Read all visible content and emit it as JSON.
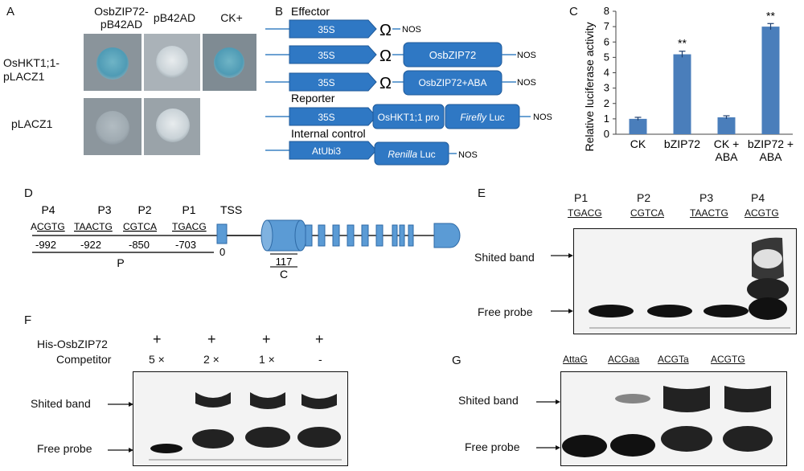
{
  "panels": {
    "a": "A",
    "b": "B",
    "c": "C",
    "d": "D",
    "e": "E",
    "f": "F",
    "g": "G"
  },
  "panelA": {
    "col1_line1": "OsbZIP72-",
    "col1_line2": "pB42AD",
    "col2": "pB42AD",
    "col3": "CK+",
    "row1_line1": "OsHKT1;1-",
    "row1_line2": "pLACZ1",
    "row2": "pLACZ1"
  },
  "panelB": {
    "effector": "Effector",
    "reporter": "Reporter",
    "internal": "Internal control",
    "p35s": "35S",
    "omega": "Ω",
    "nos": "NOS",
    "osbzip72": "OsbZIP72",
    "osbzip72aba": "OsbZIP72+ABA",
    "hktpro": "OsHKT1;1 pro",
    "firefly_italic": "Firefly",
    "luc": " Luc",
    "atubi3": "AtUbi3",
    "renilla_italic": "Renilla",
    "colors": {
      "box": "#2f78c4",
      "box_edge": "#1f5a9a",
      "line": "#3b82c4"
    }
  },
  "chart_data": {
    "type": "bar",
    "categories": [
      "CK",
      "bZIP72",
      "CK + ABA",
      "bZIP72 + ABA"
    ],
    "category_lines": [
      [
        "CK"
      ],
      [
        "bZIP72"
      ],
      [
        "CK +",
        "ABA"
      ],
      [
        "bZIP72 +",
        "ABA"
      ]
    ],
    "values": [
      1.0,
      5.2,
      1.1,
      7.0
    ],
    "errors": [
      0.1,
      0.2,
      0.1,
      0.2
    ],
    "significance": [
      "",
      "**",
      "",
      "**"
    ],
    "ylabel": "Relative luciferase activity",
    "xlabel": "",
    "ylim": [
      0,
      8
    ],
    "yticks": [
      0,
      1,
      2,
      3,
      4,
      5,
      6,
      7,
      8
    ],
    "bar_color": "#4a7ebb"
  },
  "panelD": {
    "sites": [
      {
        "name": "P4",
        "seq_first": "A",
        "seq_rest": "CGTG",
        "pos": "-992"
      },
      {
        "name": "P3",
        "seq_first": "",
        "seq_rest": "TAACTG",
        "pos": "-922"
      },
      {
        "name": "P2",
        "seq_first": "",
        "seq_rest": "CGTCA",
        "pos": "-850"
      },
      {
        "name": "P1",
        "seq_first": "",
        "seq_rest": "TGACG",
        "pos": "-703"
      }
    ],
    "tss": "TSS",
    "zero": "0",
    "p": "P",
    "c_num": "117",
    "c": "C",
    "gene_color": "#5b9bd5"
  },
  "panelE": {
    "lanes": [
      {
        "name": "P1",
        "seq": "TGACG"
      },
      {
        "name": "P2",
        "seq": "CGTCA"
      },
      {
        "name": "P3",
        "seq": "TAACTG"
      },
      {
        "name": "P4",
        "seq": "ACGTG"
      }
    ],
    "shifted": "Shited band",
    "free": "Free probe"
  },
  "panelF": {
    "protein_label": "His-OsbZIP72",
    "competitor_label": "Competitor",
    "plus": [
      "+",
      "+",
      "+",
      "+"
    ],
    "competitor": [
      "5 ×",
      "2 ×",
      "1 ×",
      "-"
    ],
    "shifted": "Shited band",
    "free": "Free probe"
  },
  "panelG": {
    "lanes": [
      "AttaG",
      "ACGaa",
      "ACGTa",
      "ACGTG"
    ],
    "shifted": "Shited band",
    "free": "Free probe"
  }
}
